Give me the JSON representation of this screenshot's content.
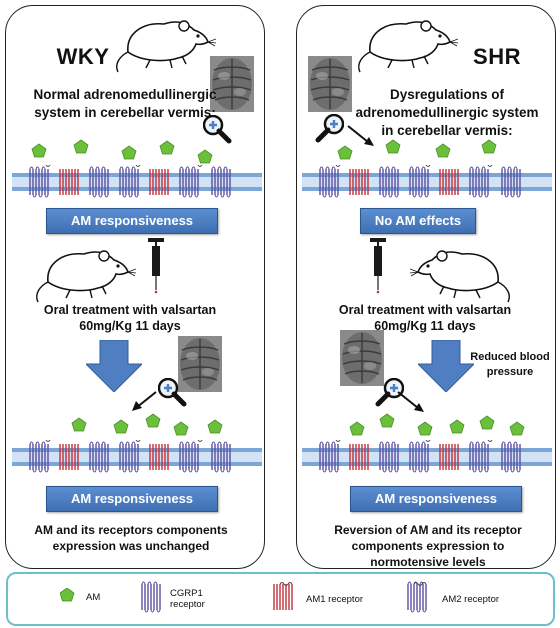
{
  "left_panel": {
    "title": "WKY",
    "description": "Normal adrenomedullinergic system in cerebellar vermis:",
    "status_badge": "AM responsiveness",
    "treatment": "Oral treatment with valsartan 60mg/Kg 11 days",
    "result_badge": "AM responsiveness",
    "conclusion": "AM and its receptors components expression was unchanged"
  },
  "right_panel": {
    "title": "SHR",
    "description": "Dysregulations of adrenomedullinergic system in cerebellar vermis:",
    "status_badge": "No AM effects",
    "treatment": "Oral treatment with valsartan 60mg/Kg 11 days",
    "side_note": "Reduced blood pressure",
    "result_badge": "AM responsiveness",
    "conclusion": "Reversion of AM and its receptor components expression to normotensive levels"
  },
  "legend": {
    "am_label": "AM",
    "cgrp1_label": "CGRP1 receptor",
    "am1_label": "AM1 receptor",
    "am2_label": "AM2 receptor"
  },
  "colors": {
    "am_green": "#6abf3b",
    "badge_blue": "#4a7fc4",
    "arrow_blue": "#4f7fc2",
    "am1_red": "#c0303a",
    "receptor_purple": "#5a4fa0",
    "legend_border": "#6cc0c8"
  }
}
